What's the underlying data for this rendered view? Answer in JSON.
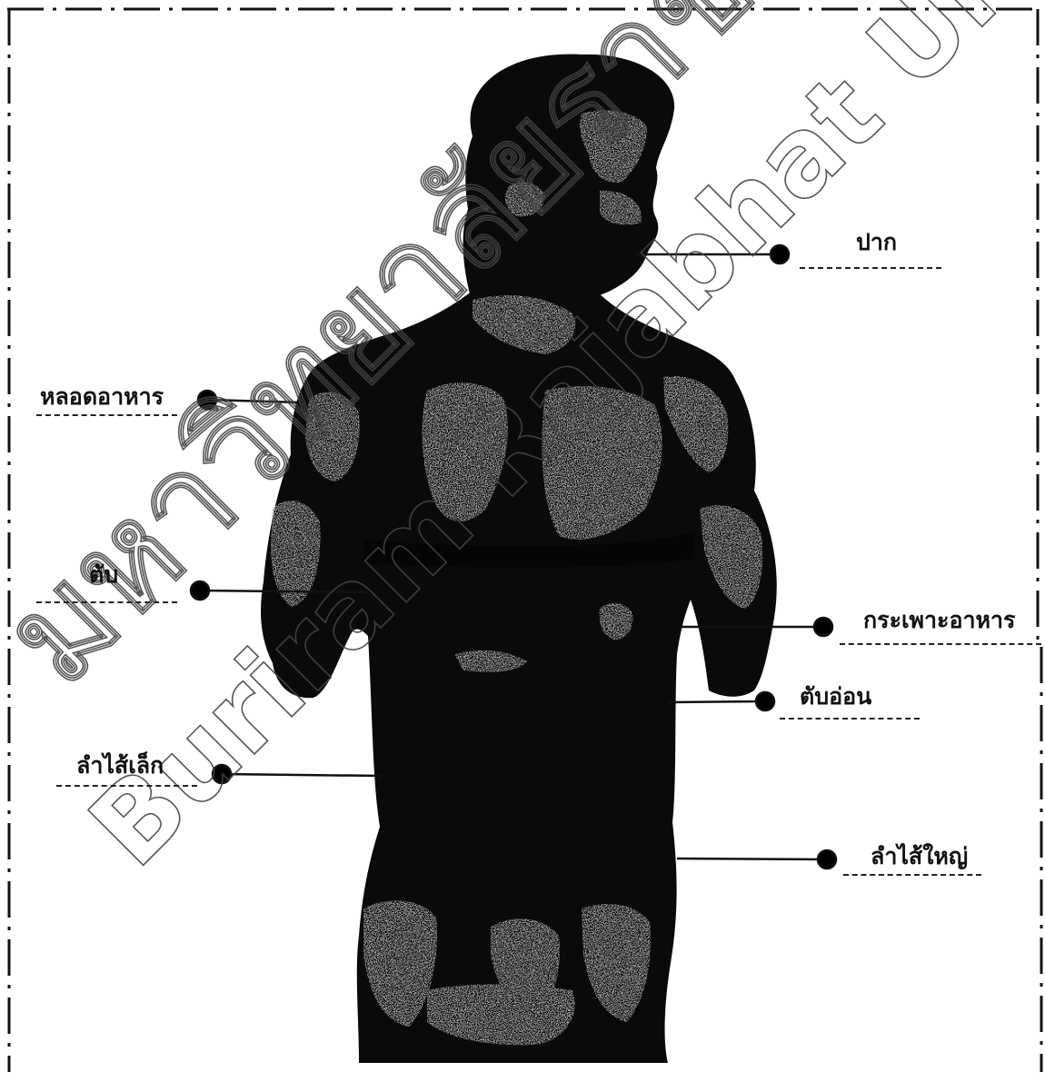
{
  "labels": {
    "mouth": "ปาก",
    "esophagus": "หลอดอาหาร",
    "liver": "ตับ",
    "stomach": "กระเพาะอาหาร",
    "pancreas": "ตับอ่อน",
    "small_intestine": "ลำไส้เล็ก",
    "large_intestine": "ลำไส้ใหญ่"
  },
  "watermark": {
    "line1": "มหาวิทยาลัยราชภัฏ",
    "line2": "Buriram Rajabhat University"
  },
  "colors": {
    "figure": "#0a0a0a",
    "highlight": "#9a9a9a",
    "line": "#111111",
    "watermark_stroke": "#444444"
  }
}
